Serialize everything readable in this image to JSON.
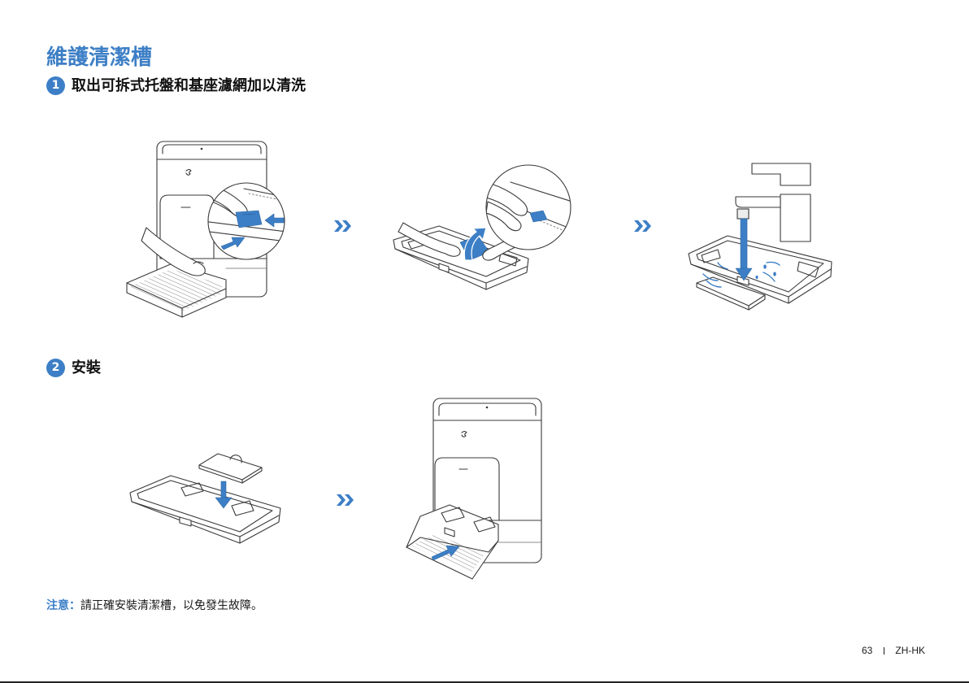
{
  "page": {
    "title": "維護清潔槽"
  },
  "steps": [
    {
      "number": "1",
      "text": "取出可拆式托盤和基座濾網加以清洗"
    },
    {
      "number": "2",
      "text": "安裝"
    }
  ],
  "note": {
    "label": "注意：",
    "text": "請正確安裝清潔槽，以免發生故障。"
  },
  "footer": {
    "page_number": "63",
    "language": "ZH-HK"
  },
  "colors": {
    "accent": "#3d7fc6",
    "text": "#1a1a1a",
    "line_art": "#3a3a3a"
  },
  "icons": {
    "next_step": "double-chevron-right-icon"
  }
}
